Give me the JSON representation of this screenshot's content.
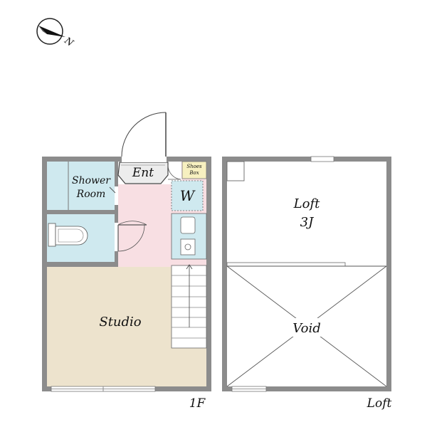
{
  "compass": {
    "label": "N",
    "icon": "compass-icon"
  },
  "first_floor": {
    "caption": "1F",
    "rooms": {
      "shower": [
        "Shower",
        "Room"
      ],
      "entrance": "Ent",
      "shoes_box": [
        "Shoes",
        "Box"
      ],
      "washer": "W",
      "studio": "Studio"
    }
  },
  "loft_floor": {
    "caption": "Loft",
    "rooms": {
      "loft": [
        "Loft",
        "3J"
      ],
      "void": "Void"
    }
  },
  "colors": {
    "wall": "#8c8c8c",
    "wet_area": "#cfe9ef",
    "kitchen_area": "#f8dfe3",
    "studio_floor": "#ede3cd",
    "shoes_box": "#f7f0c0",
    "loft_floor": "#ffffff"
  }
}
